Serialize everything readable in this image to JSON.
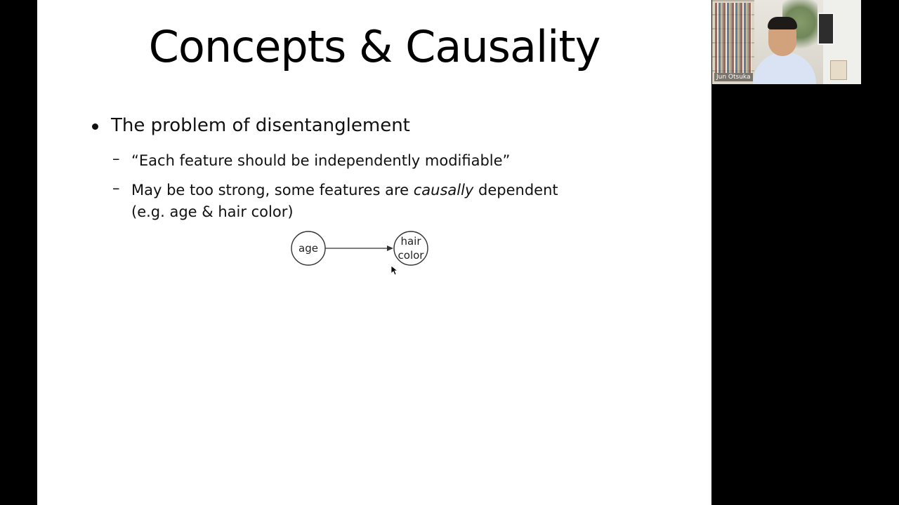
{
  "slide": {
    "title": "Concepts & Causality",
    "bullet_main": "The problem of disentanglement",
    "sub_bullets": [
      {
        "dash": "–",
        "text": "“Each feature should be independently modifiable”"
      },
      {
        "dash": "–",
        "text_before": "May be too strong, some features are ",
        "text_emphasis": "causally",
        "text_after": " dependent",
        "line2": "(e.g. age & hair color)"
      }
    ],
    "diagram": {
      "nodes": [
        {
          "label_lines": [
            "age"
          ]
        },
        {
          "label_lines": [
            "hair",
            "color"
          ]
        }
      ]
    }
  },
  "video": {
    "participant_name": "Jun Otsuka"
  },
  "colors": {
    "screen_background": "#000000",
    "slide_background": "#ffffff",
    "text": "#111111"
  },
  "icons": {
    "cursor": "mouse-pointer-icon",
    "arrow": "arrow-right-icon"
  }
}
